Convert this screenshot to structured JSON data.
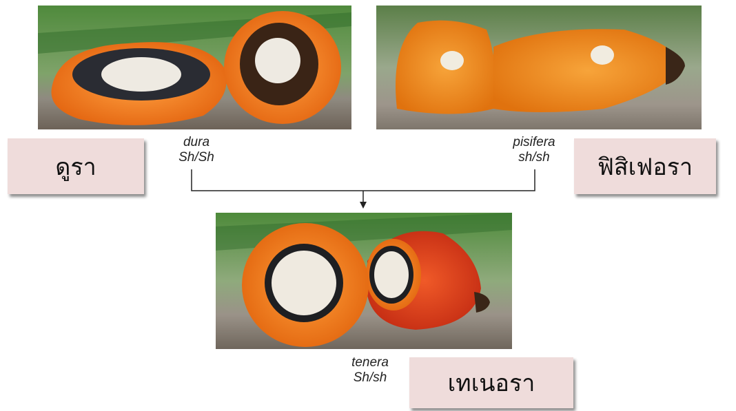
{
  "dura": {
    "thai_label": "ดูรา",
    "name": "dura",
    "genotype": "Sh/Sh"
  },
  "pisifera": {
    "thai_label": "ฟิสิเฟอรา",
    "name": "pisifera",
    "genotype": "sh/sh"
  },
  "tenera": {
    "thai_label": "เทเนอรา",
    "name": "tenera",
    "genotype": "Sh/sh"
  },
  "colors": {
    "label_bg": "#efdcdb",
    "fruit_orange": "#f08a1e",
    "fruit_red": "#d9361a",
    "shell": "#2b1a10",
    "kernel": "#f3efe6"
  }
}
